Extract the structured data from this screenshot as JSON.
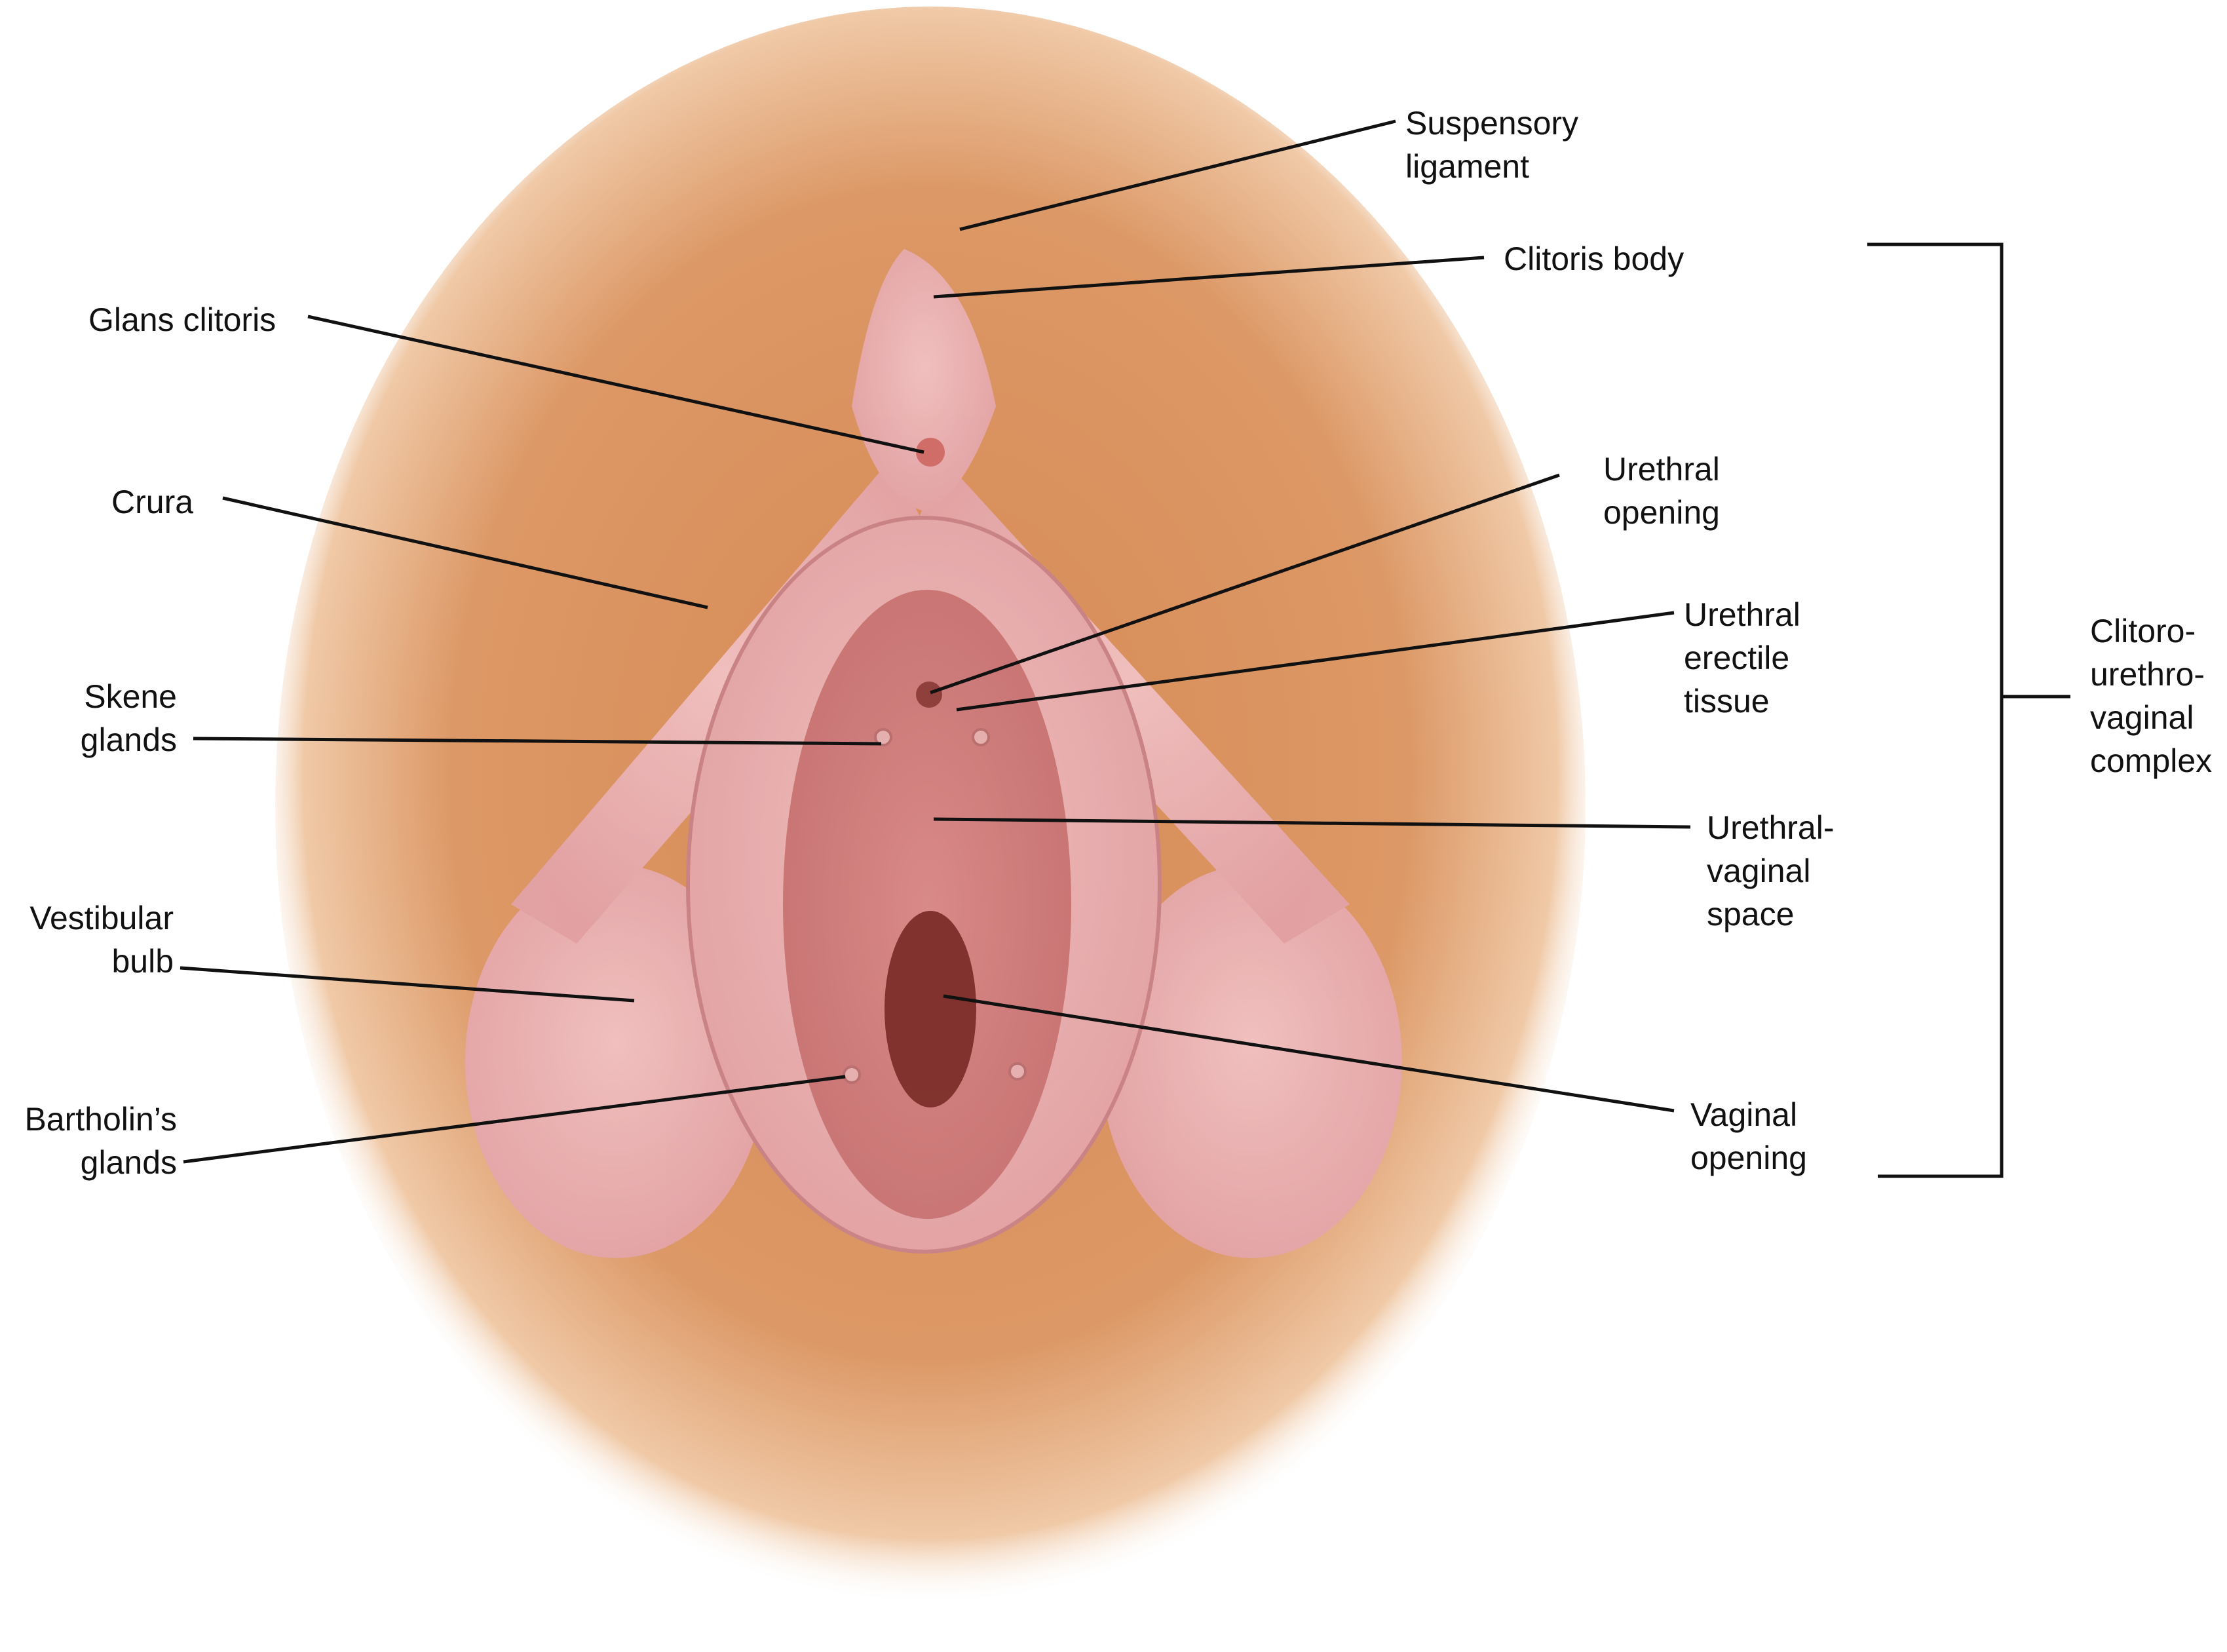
{
  "figure": {
    "type": "anatomical-illustration",
    "subject": "External female genital anatomy with underlying structures"
  },
  "labels": {
    "suspensory_ligament": "Suspensory\nligament",
    "clitoris_body": "Clitoris body",
    "glans_clitoris": "Glans clitoris",
    "crura": "Crura",
    "urethral_opening": "Urethral\nopening",
    "urethral_erectile_tissue": "Urethral\nerectile\ntissue",
    "skene_glands": "Skene\nglands",
    "urethral_vaginal_space": "Urethral-\nvaginal\nspace",
    "vestibular_bulb": "Vestibular\nbulb",
    "vaginal_opening": "Vaginal\nopening",
    "bartholins_glands": "Bartholin’s\nglands",
    "complex_bracket": "Clitoro-\nurethro-\nvaginal\ncomplex"
  },
  "colors": {
    "skin": "#d9925e",
    "skin_edge": "#f3d2b5",
    "tissue": "#e8a9b0",
    "tissue_dark": "#c96f78",
    "line": "#111111"
  }
}
